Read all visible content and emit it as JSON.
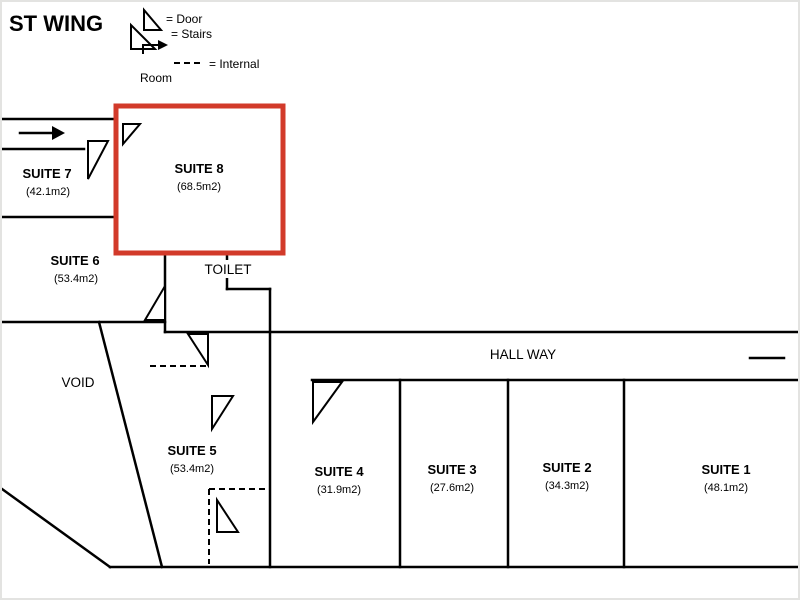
{
  "title": "ST WING",
  "legend": {
    "door": "= Door",
    "stairs": "= Stairs",
    "internal": "= Internal",
    "internal2": "Room"
  },
  "colors": {
    "highlight_red": "#d23a2a",
    "wall_black": "#000000",
    "background": "#ffffff"
  },
  "rooms": {
    "suite8": {
      "name": "SUITE 8",
      "area": "(68.5m2)",
      "highlighted": true
    },
    "suite7": {
      "name": "SUITE 7",
      "area": "(42.1m2)"
    },
    "suite6": {
      "name": "SUITE 6",
      "area": "(53.4m2)"
    },
    "suite5": {
      "name": "SUITE 5",
      "area": "(53.4m2)"
    },
    "suite4": {
      "name": "SUITE 4",
      "area": "(31.9m2)"
    },
    "suite3": {
      "name": "SUITE 3",
      "area": "(27.6m2)"
    },
    "suite2": {
      "name": "SUITE 2",
      "area": "(34.3m2)"
    },
    "suite1": {
      "name": "SUITE 1",
      "area": "(48.1m2)"
    },
    "toilet": {
      "name": "TOILET"
    },
    "hallway": {
      "name": "HALL WAY"
    },
    "void": {
      "name": "VOID"
    }
  }
}
